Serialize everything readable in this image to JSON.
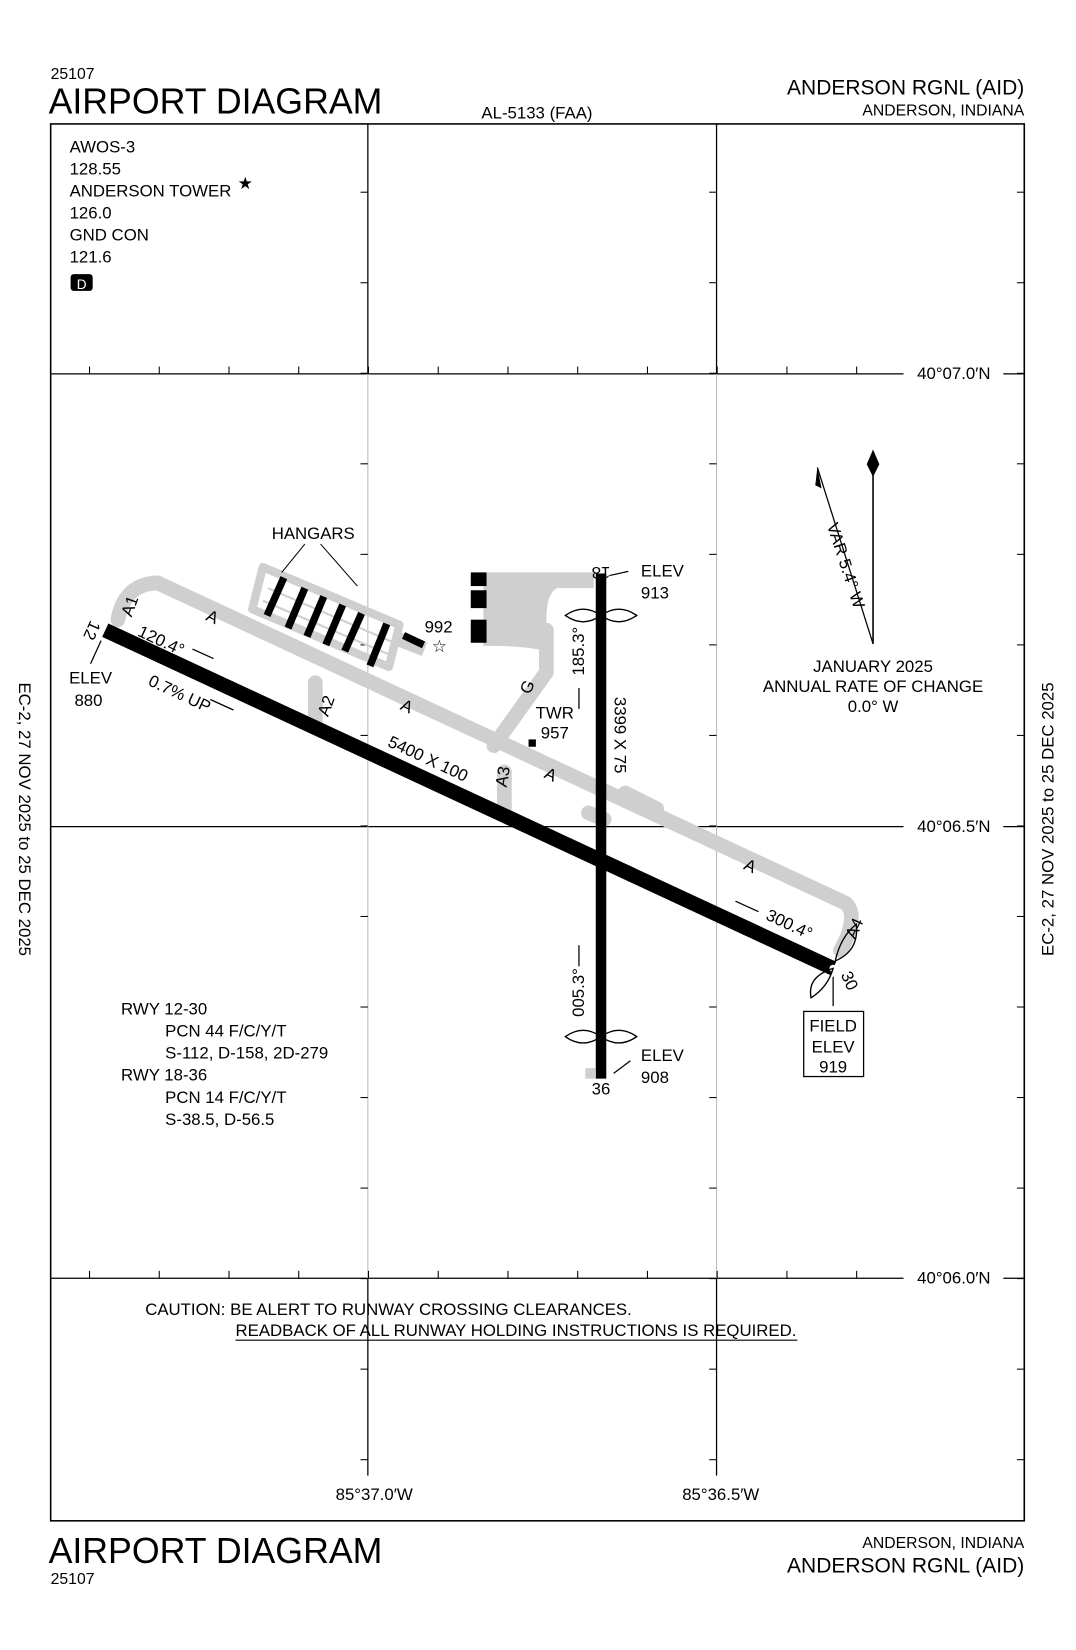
{
  "header": {
    "procedure_number": "25107",
    "title": "AIRPORT DIAGRAM",
    "chart_id": "AL-5133 (FAA)",
    "airport_name": "ANDERSON RGNL (AID)",
    "city_state": "ANDERSON, INDIANA"
  },
  "footer": {
    "title": "AIRPORT DIAGRAM",
    "procedure_number": "25107",
    "airport_name": "ANDERSON RGNL (AID)",
    "city_state": "ANDERSON, INDIANA"
  },
  "side_labels": {
    "left": "EC-2,  27 NOV 2025  to  25 DEC 2025",
    "right": "EC-2,  27 NOV 2025  to  25 DEC 2025"
  },
  "comms": {
    "lines": [
      "AWOS-3",
      "128.55",
      "ANDERSON TOWER",
      "126.0",
      "GND CON",
      "121.6"
    ],
    "tower_star": "★",
    "datalink_badge": "D"
  },
  "coordinates": {
    "lat_top": "40°07.0′N",
    "lat_mid": "40°06.5′N",
    "lat_bottom": "40°06.0′N",
    "lon_left": "85°37.0′W",
    "lon_right": "85°36.5′W"
  },
  "runway_12_30": {
    "end_12": "12",
    "end_30": "30",
    "heading_12": "120.4°",
    "heading_30": "300.4°",
    "slope": "0.7% UP",
    "dimensions": "5400 X 100",
    "elev_12_label": "ELEV",
    "elev_12": "880"
  },
  "runway_18_36": {
    "end_18": "18",
    "end_36": "36",
    "heading_18": "185.3°",
    "heading_36": "005.3°",
    "dimensions": "3399 X 75",
    "elev_18_label": "ELEV",
    "elev_18": "913",
    "elev_36_label": "ELEV",
    "elev_36": "908"
  },
  "taxiways": [
    "A",
    "A",
    "A",
    "A",
    "A1",
    "A2",
    "A3",
    "A4",
    "G"
  ],
  "features": {
    "hangars": "HANGARS",
    "beacon_elev": "992",
    "tower_label": "TWR",
    "tower_elev": "957",
    "field_elev_lines": [
      "FIELD",
      "ELEV",
      "919"
    ]
  },
  "magnetic": {
    "variation": "VAR 5.4° W",
    "date": "JANUARY 2025",
    "rate_label": "ANNUAL RATE OF CHANGE",
    "rate": "0.0° W"
  },
  "pavement": {
    "lines": [
      "RWY 12-30",
      "PCN 44  F/C/Y/T",
      "S-112, D-158, 2D-279",
      "RWY 18-36",
      "PCN 14  F/C/Y/T",
      "S-38.5, D-56.5"
    ]
  },
  "caution": {
    "line1": "CAUTION: BE ALERT TO RUNWAY CROSSING CLEARANCES.",
    "line2": "READBACK OF ALL RUNWAY HOLDING INSTRUCTIONS IS REQUIRED."
  },
  "colors": {
    "ink": "#000000",
    "taxiway": "#cfcfcf"
  }
}
